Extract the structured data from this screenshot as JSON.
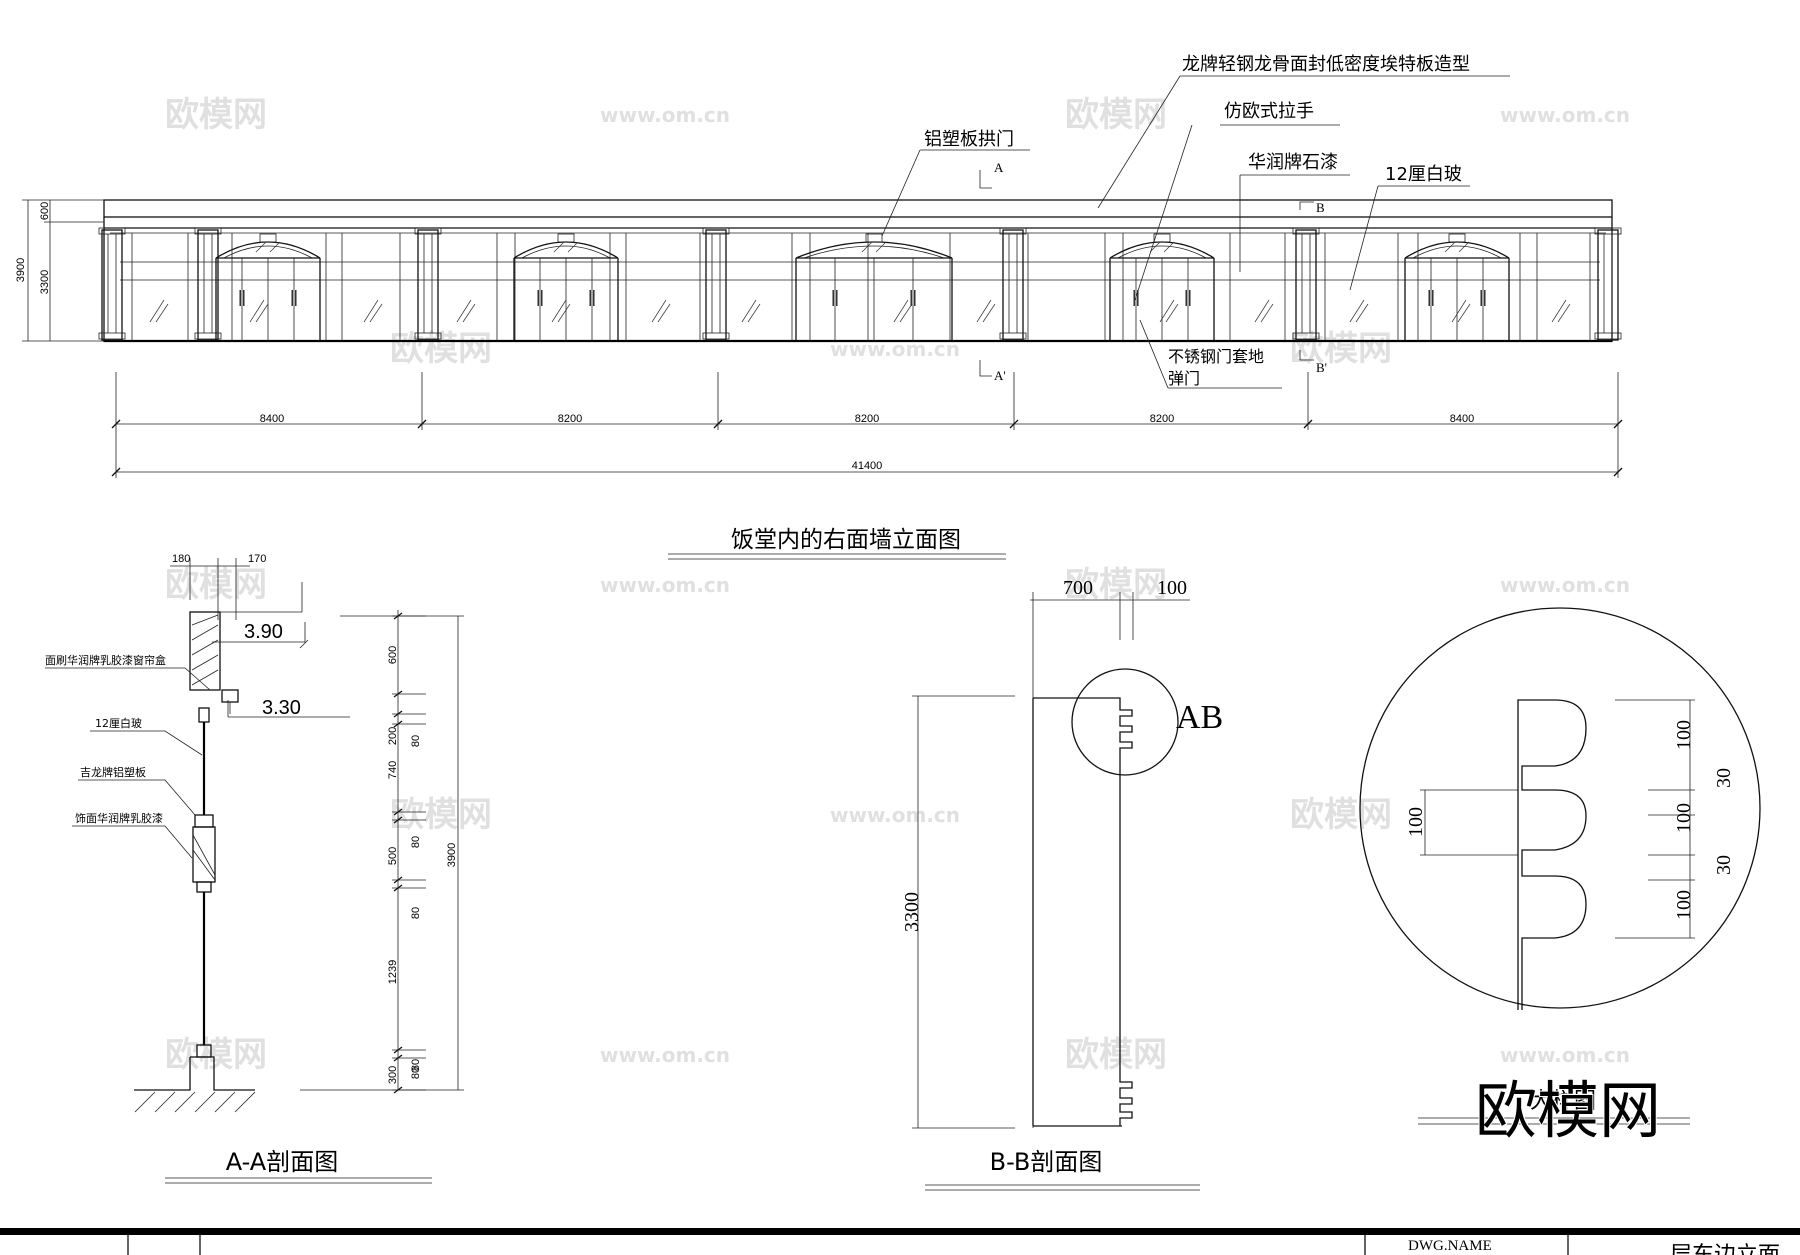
{
  "elevation": {
    "title": "饭堂内的右面墙立面图",
    "callouts": {
      "keel": "龙牌轻钢龙骨面封低密度埃特板造型",
      "handle": "仿欧式拉手",
      "arch": "铝塑板拱门",
      "paint": "华润牌石漆",
      "glass": "12厘白玻",
      "door_line1": "不锈钢门套地",
      "door_line2": "弹门"
    },
    "section_marks": {
      "a": "A",
      "a_prime": "A'",
      "b": "B",
      "b_prime": "B'"
    },
    "height_dims": {
      "total": "3900",
      "upper": "600",
      "lower": "3300"
    },
    "bay_dims": [
      "8400",
      "8200",
      "8200",
      "8200",
      "8400"
    ],
    "total_dim": "41400"
  },
  "section_aa": {
    "title": "A-A剖面图",
    "top_dims": [
      "180",
      "170"
    ],
    "levels": [
      "3.90",
      "3.30"
    ],
    "labels": [
      "面刷华润牌乳胶漆窗帘盒",
      "12厘白玻",
      "吉龙牌铝塑板",
      "饰面华润牌乳胶漆"
    ],
    "segment_dims": [
      "600",
      "200",
      "80",
      "740",
      "80",
      "500",
      "80",
      "1239",
      "80",
      "300",
      "80"
    ],
    "total_dim": "3900"
  },
  "section_bb": {
    "title": "B-B剖面图",
    "top_dims": [
      "700",
      "100"
    ],
    "height_dim": "3300",
    "detail_tag": "AB"
  },
  "detail_large": {
    "title": "大样图",
    "right_dims": [
      "100",
      "30",
      "100",
      "30",
      "100"
    ],
    "left_dim": "100"
  },
  "title_block": {
    "dwg_name": "DWG.NAME",
    "name_partial": "层东边立面"
  },
  "watermarks": {
    "logo": "欧模网",
    "url": "www.om.cn",
    "big_logo": "欧模网"
  }
}
